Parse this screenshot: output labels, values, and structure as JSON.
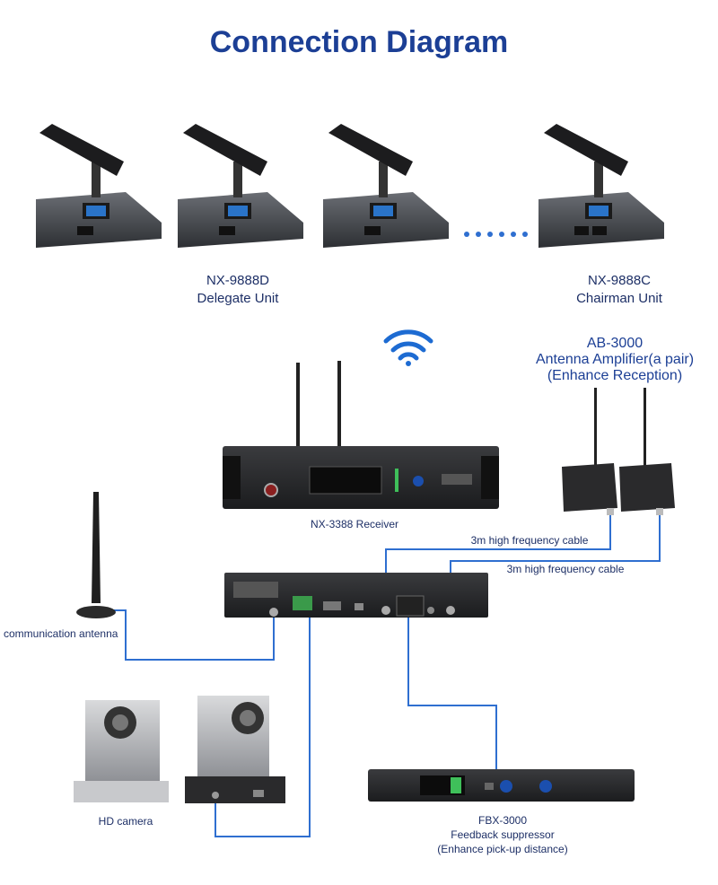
{
  "title": "Connection Diagram",
  "delegate": {
    "model": "NX-9888D",
    "name": "Delegate Unit"
  },
  "chairman": {
    "model": "NX-9888C",
    "name": "Chairman Unit"
  },
  "amplifier": {
    "model": "AB-3000",
    "name": "Antenna Amplifier(a pair)",
    "note": "(Enhance Reception)"
  },
  "receiver": {
    "label": "NX-3388 Receiver"
  },
  "cable1": "3m high frequency cable",
  "cable2": "3m high frequency cable",
  "antenna": "communication antenna",
  "camera": "HD camera",
  "fbx": {
    "model": "FBX-3000",
    "name": "Feedback suppressor",
    "note": "(Enhance pick-up distance)"
  },
  "colors": {
    "title": "#1c3f95",
    "cable": "#2f6fd0",
    "device": "#2b2b2d"
  }
}
